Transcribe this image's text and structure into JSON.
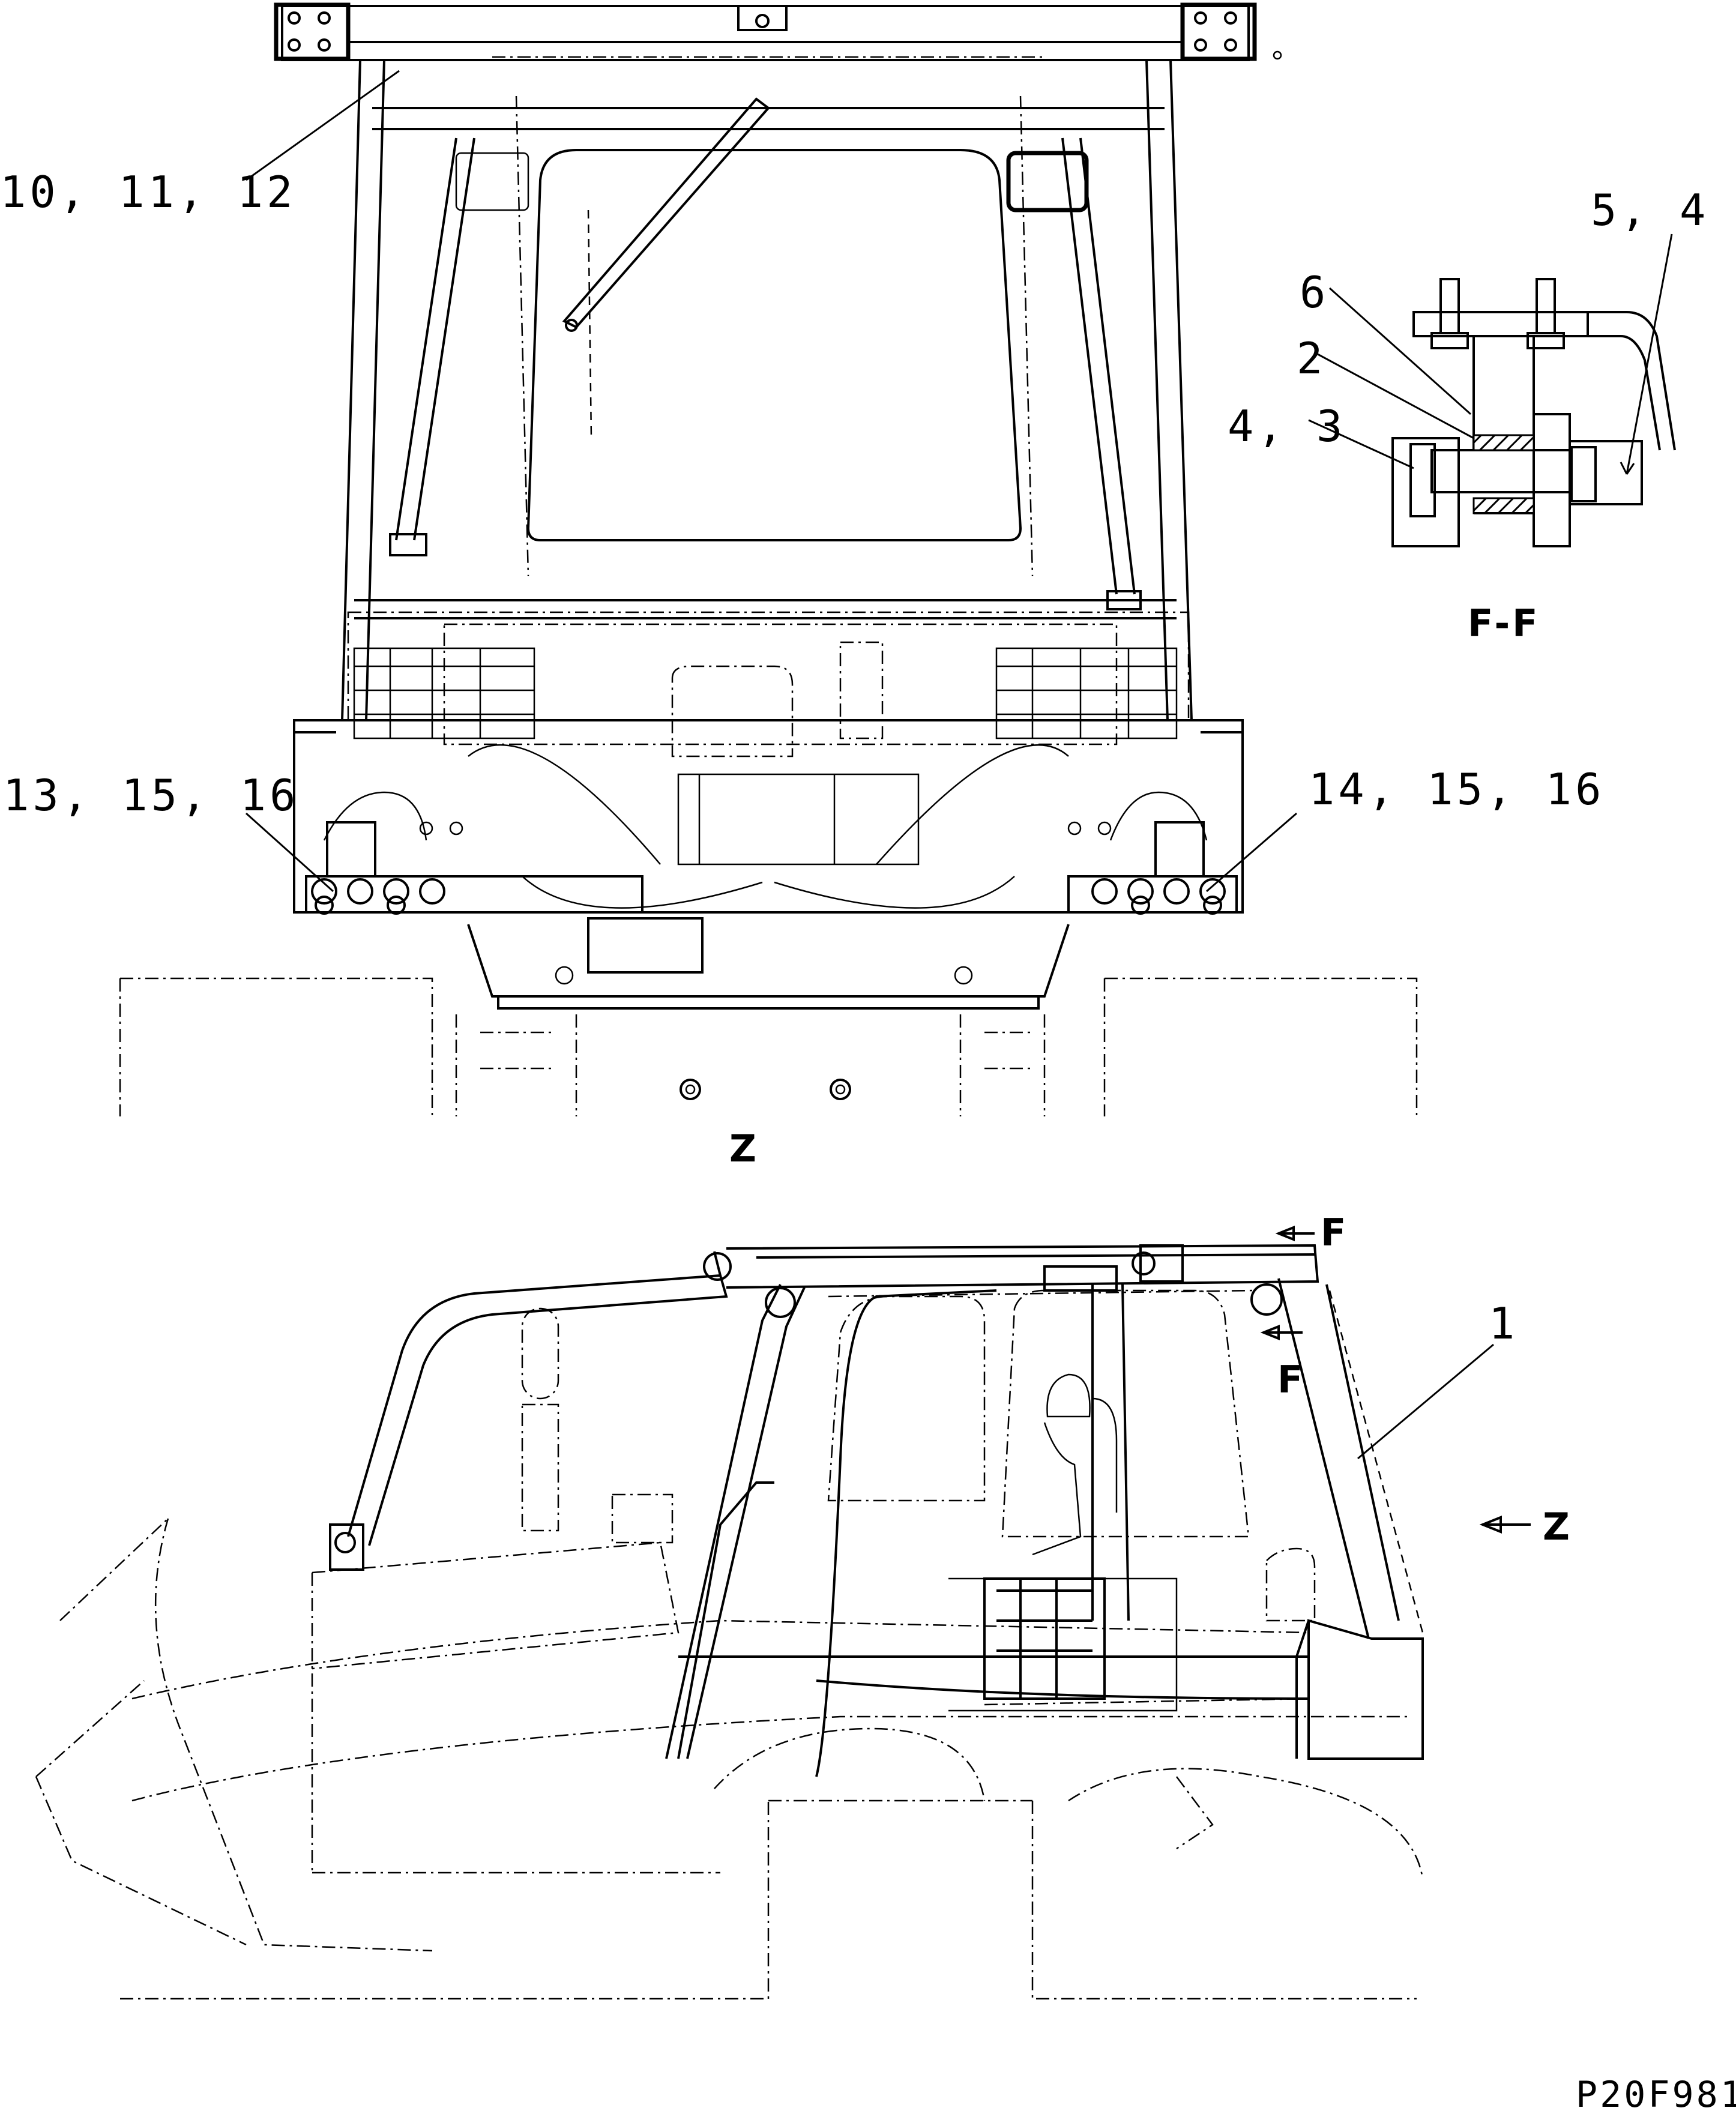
{
  "drawing": {
    "code": "P20F981",
    "section_title": "F-F",
    "view_label_top": "Z",
    "view_arrow_label": "Z",
    "section_marker_top": "F",
    "section_marker_bottom": "F",
    "callouts": [
      {
        "id": "c-10-11-12",
        "text": "10, 11, 12"
      },
      {
        "id": "c-13-15-16",
        "text": "13, 15, 16"
      },
      {
        "id": "c-14-15-16",
        "text": "14, 15, 16"
      },
      {
        "id": "c-5-4",
        "text": "5, 4"
      },
      {
        "id": "c-6",
        "text": "6"
      },
      {
        "id": "c-2",
        "text": "2"
      },
      {
        "id": "c-4-3",
        "text": "4, 3"
      },
      {
        "id": "c-1",
        "text": "1"
      }
    ]
  }
}
